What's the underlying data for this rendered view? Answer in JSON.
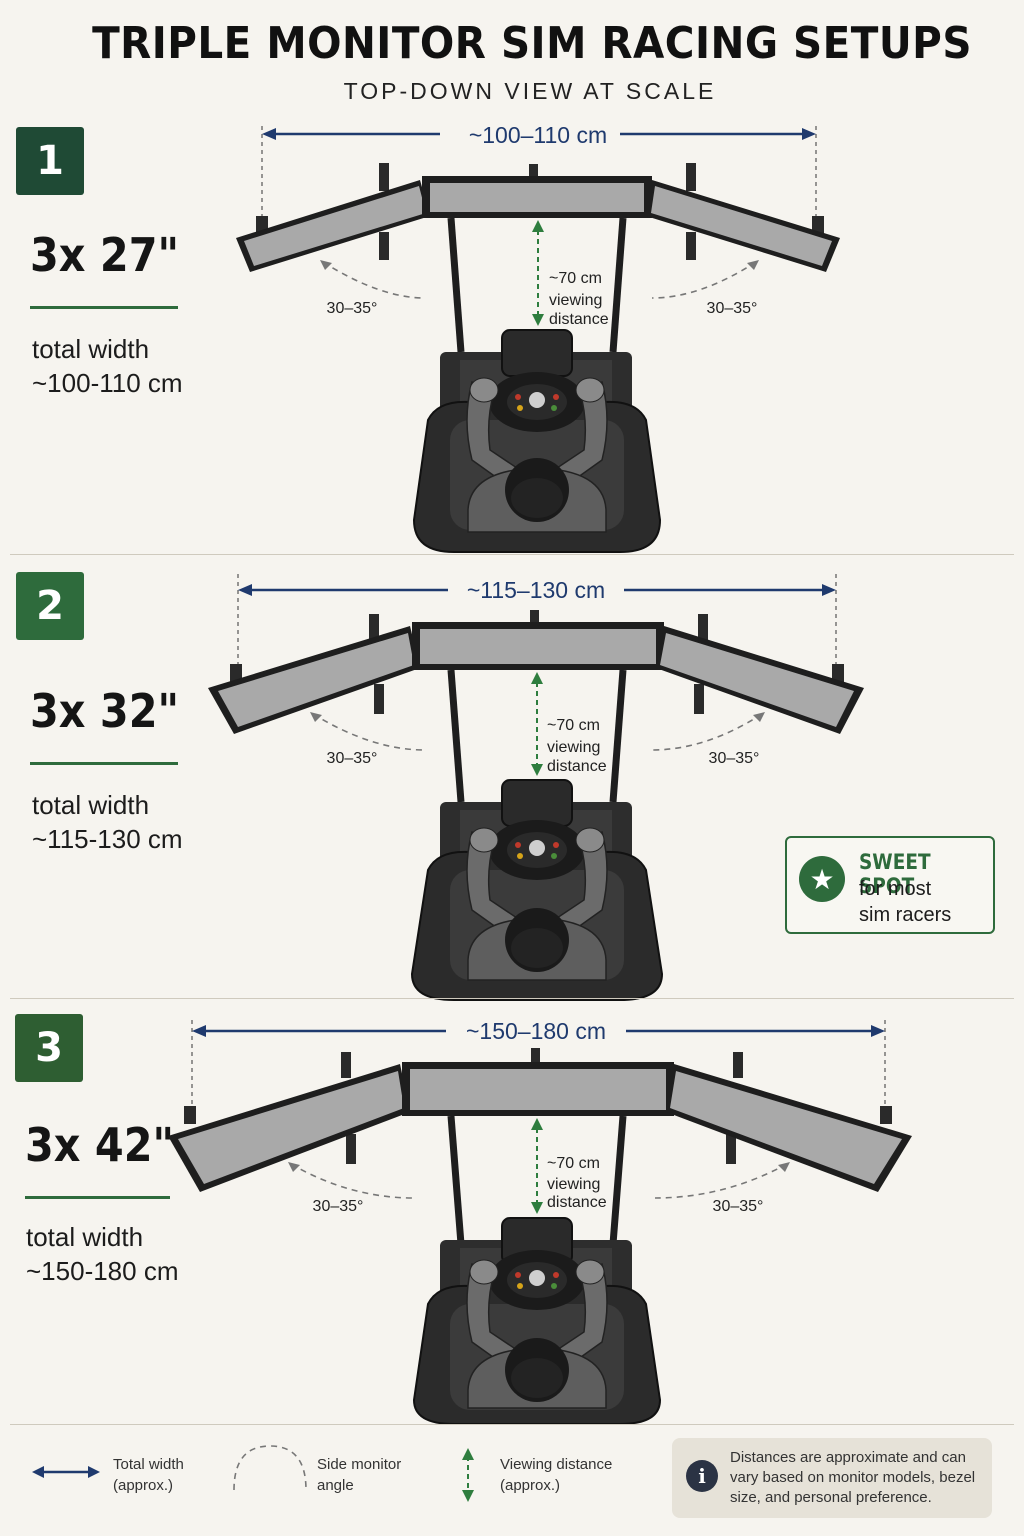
{
  "title": "TRIPLE MONITOR SIM RACING SETUPS",
  "subtitle": "TOP-DOWN VIEW AT SCALE",
  "setups": [
    {
      "number": "1",
      "size": "3x 27\"",
      "total_width_label": "total width",
      "total_width_value": "~100-110 cm",
      "dimension_label": "~100–110 cm",
      "angle_left": "30–35°",
      "angle_right": "30–35°",
      "viewing_distance": [
        "~70 cm",
        "viewing",
        "distance"
      ],
      "badge_color": "#1f4a35"
    },
    {
      "number": "2",
      "size": "3x 32\"",
      "total_width_label": "total width",
      "total_width_value": "~115-130 cm",
      "dimension_label": "~115–130 cm",
      "angle_left": "30–35°",
      "angle_right": "30–35°",
      "viewing_distance": [
        "~70 cm",
        "viewing",
        "distance"
      ],
      "badge_color": "#2e6b3c"
    },
    {
      "number": "3",
      "size": "3x 42\"",
      "total_width_label": "total width",
      "total_width_value": "~150-180 cm",
      "dimension_label": "~150–180 cm",
      "angle_left": "30–35°",
      "angle_right": "30–35°",
      "viewing_distance": [
        "~70 cm",
        "viewing",
        "distance"
      ],
      "badge_color": "#2e5e32"
    }
  ],
  "sweet_spot": {
    "heading": "SWEET SPOT",
    "line1": "for most",
    "line2": "sim racers",
    "icon": "star-icon"
  },
  "legend": {
    "width": [
      "Total width",
      "(approx.)"
    ],
    "angle": [
      "Side monitor",
      "angle"
    ],
    "distance": [
      "Viewing distance",
      "(approx.)"
    ]
  },
  "note": {
    "icon": "info-icon",
    "text": "Distances are approximate and can vary based on monitor models, bezel size, and personal preference."
  },
  "colors": {
    "dimension_arrow": "#1f3a6e",
    "viewing_arrow": "#2e7d3e",
    "accent_green": "#2e6b3c",
    "screen_fill": "#a9a9a9",
    "frame": "#1e1e1e"
  }
}
